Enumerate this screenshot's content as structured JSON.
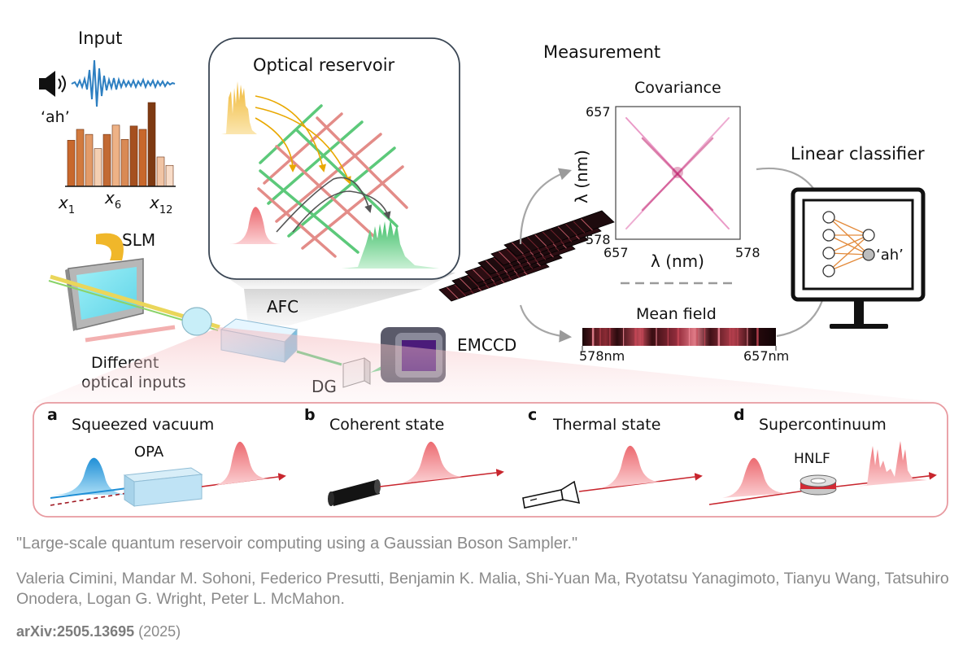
{
  "figure": {
    "input": {
      "title": "Input",
      "sample_label": "‘ah’",
      "feature_labels": [
        "x",
        "1",
        "x",
        "6",
        "x",
        "12"
      ],
      "bar_heights": [
        0.55,
        0.68,
        0.62,
        0.45,
        0.62,
        0.73,
        0.56,
        0.72,
        0.68,
        1.0,
        0.35,
        0.25
      ],
      "bar_colors": [
        "#c8682c",
        "#d27a3e",
        "#e29a68",
        "#f4cfb2",
        "#c26a34",
        "#eeb286",
        "#d98a55",
        "#a55020",
        "#c8682c",
        "#7e3a12",
        "#f1c4a4",
        "#f8dcc8"
      ]
    },
    "reservoir": {
      "title": "Optical reservoir"
    },
    "setup": {
      "slm": "SLM",
      "afc": "AFC",
      "dg": "DG",
      "emccd": "EMCCD",
      "inputs_line1": "Different",
      "inputs_line2": "optical inputs"
    },
    "measurement": {
      "title": "Measurement",
      "covariance_title": "Covariance",
      "axis_label": "λ (nm)",
      "y_tick_top": "657",
      "y_tick_bottom": "578",
      "x_tick_left": "657",
      "x_tick_right": "578",
      "mean_field_title": "Mean field",
      "mean_field_left": "578nm",
      "mean_field_right": "657nm"
    },
    "classifier": {
      "title": "Linear classifier",
      "output_label": "‘ah’"
    },
    "panels": {
      "a": {
        "letter": "a",
        "title": "Squeezed vacuum",
        "device": "OPA"
      },
      "b": {
        "letter": "b",
        "title": "Coherent state"
      },
      "c": {
        "letter": "c",
        "title": "Thermal state"
      },
      "d": {
        "letter": "d",
        "title": "Supercontinuum",
        "device": "HNLF"
      }
    },
    "colors": {
      "accent_red": "#e0505a",
      "panel_border": "#e89aa0",
      "squeezed_blue": "#3ba3e0",
      "reservoir_green": "#5cc97a",
      "input_yellow": "#f2c14e",
      "orange_bars": "#c8682c"
    }
  },
  "caption": {
    "title": "\"Large-scale quantum reservoir computing using a Gaussian Boson Sampler.\"",
    "authors": "Valeria Cimini, Mandar M. Sohoni, Federico Presutti, Benjamin K. Malia, Shi-Yuan Ma, Ryotatsu Yanagimoto, Tianyu Wang, Tatsuhiro Onodera, Logan G. Wright, Peter L. McMahon.",
    "arxiv_id": "arXiv:2505.13695",
    "year": "(2025)"
  }
}
